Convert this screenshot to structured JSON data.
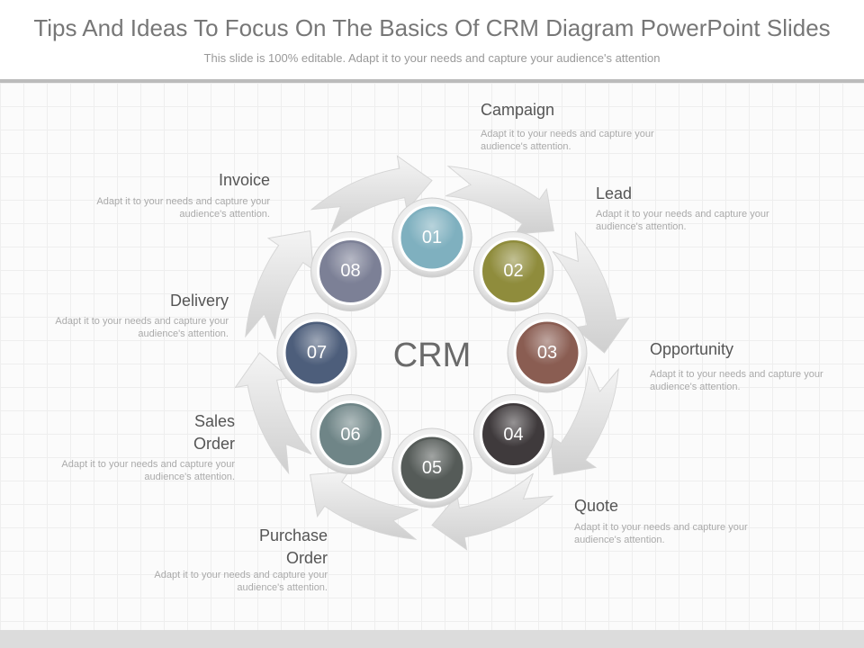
{
  "header": {
    "title": "Tips And Ideas To Focus On The Basics Of CRM Diagram PowerPoint Slides",
    "subtitle": "This slide is 100% editable. Adapt it to your needs and capture your audience's attention"
  },
  "diagram": {
    "center": "CRM",
    "items": [
      {
        "num": "01",
        "label": "Campaign",
        "desc": "Adapt it to your needs and capture your audience's attention.",
        "color": "#7fb0bf"
      },
      {
        "num": "02",
        "label": "Lead",
        "desc": "Adapt it to your needs and capture your audience's attention.",
        "color": "#8f8c3c"
      },
      {
        "num": "03",
        "label": "Opportunity",
        "desc": "Adapt it to your needs and capture your audience's attention.",
        "color": "#8a5d52"
      },
      {
        "num": "04",
        "label": "Quote",
        "desc": "Adapt it to your needs and capture your audience's attention.",
        "color": "#3f3a3c"
      },
      {
        "num": "05",
        "label": "Purchase Order",
        "desc": "Adapt it to your needs and capture your audience's attention.",
        "color": "#555b58"
      },
      {
        "num": "06",
        "label": "Sales Order",
        "desc": "Adapt it to your needs and capture your audience's attention.",
        "color": "#6f8587"
      },
      {
        "num": "07",
        "label": "Delivery",
        "desc": "Adapt it to your needs and capture your audience's attention.",
        "color": "#4d5e7b"
      },
      {
        "num": "08",
        "label": "Invoice",
        "desc": "Adapt it to your needs and capture your audience's attention.",
        "color": "#7c8096"
      }
    ]
  },
  "labels": {
    "purchase_l1": "Purchase",
    "purchase_l2": "Order",
    "sales_l1": "Sales",
    "sales_l2": "Order"
  }
}
